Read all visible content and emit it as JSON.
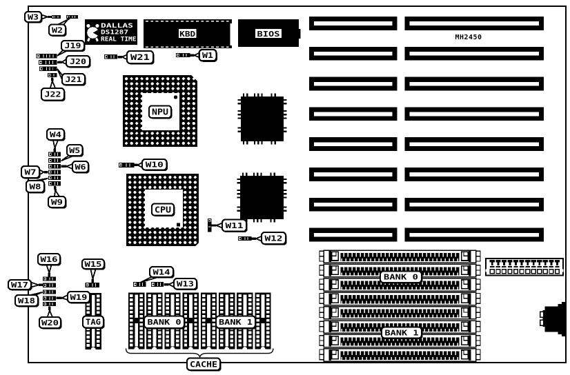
{
  "diagram": {
    "model": "MH2450",
    "rtc_chip": {
      "line1": "DALLAS",
      "line2": "DS1287",
      "line3": "REAL TIME"
    },
    "chips": {
      "kbd": "KBD",
      "bios": "BIOS",
      "npu": "NPU",
      "cpu": "CPU",
      "tag": "TAG"
    },
    "jumper_labels": {
      "w1": "W1",
      "w2": "W2",
      "w3": "W3",
      "w4": "W4",
      "w5": "W5",
      "w6": "W6",
      "w7": "W7",
      "w8": "W8",
      "w9": "W9",
      "w10": "W10",
      "w11": "W11",
      "w12": "W12",
      "w13": "W13",
      "w14": "W14",
      "w15": "W15",
      "w16": "W16",
      "w17": "W17",
      "w18": "W18",
      "w19": "W19",
      "w20": "W20",
      "w21": "W21",
      "j19": "J19",
      "j20": "J20",
      "j21": "J21",
      "j22": "J22"
    },
    "memory": {
      "simm_bank0": "BANK 0",
      "simm_bank1": "BANK 1",
      "cache_bank0": "BANK 0",
      "cache_bank1": "BANK 1",
      "cache_label": "CACHE"
    },
    "colors": {
      "ink": "#000000",
      "paper": "#ffffff"
    }
  }
}
